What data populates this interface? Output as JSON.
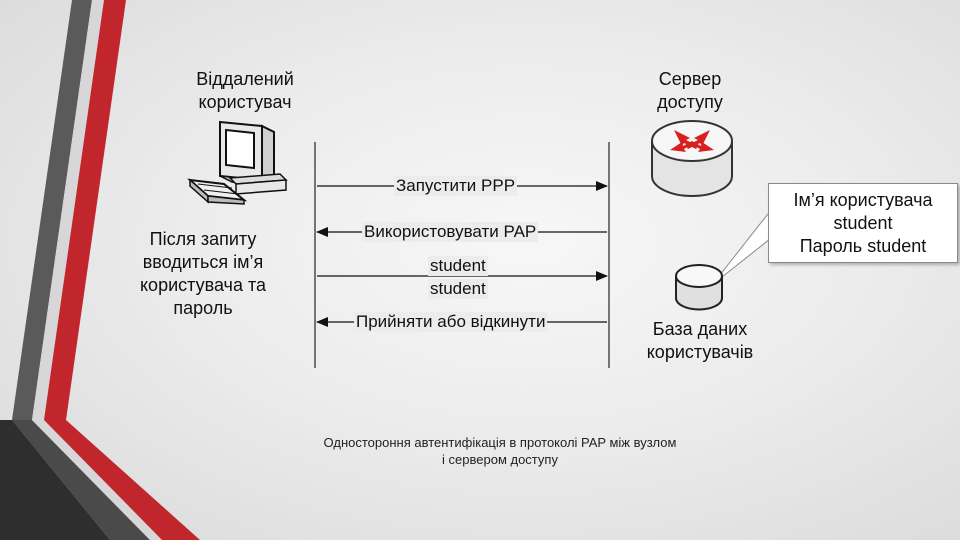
{
  "nodes": {
    "client_title": [
      "Віддалений",
      "користувач"
    ],
    "server_title": [
      "Сервер",
      "доступу"
    ],
    "client_note": [
      "Після запиту",
      "вводиться ім’я",
      "користувача та",
      "пароль"
    ],
    "db_title": [
      "База даних",
      "користувачів"
    ]
  },
  "messages": [
    {
      "text": "Запустити PPP",
      "direction": "to-server"
    },
    {
      "text": "Використовувати PAP",
      "direction": "to-client"
    },
    {
      "text": "student",
      "direction": "to-server"
    },
    {
      "text": "student",
      "direction": "to-server"
    },
    {
      "text": "Прийняти або відкинути",
      "direction": "to-client"
    }
  ],
  "callout": [
    "Ім’я користувача",
    "student",
    "Пароль student"
  ],
  "caption": [
    "Одностороння автентифікація в протоколі PAP між вузлом",
    "і сервером доступу"
  ],
  "colors": {
    "accent_red": "#c0262b",
    "accent_dark": "#3a3a3a",
    "router_red": "#d8201f"
  },
  "icons": [
    "computer-icon",
    "router-icon",
    "database-icon"
  ]
}
